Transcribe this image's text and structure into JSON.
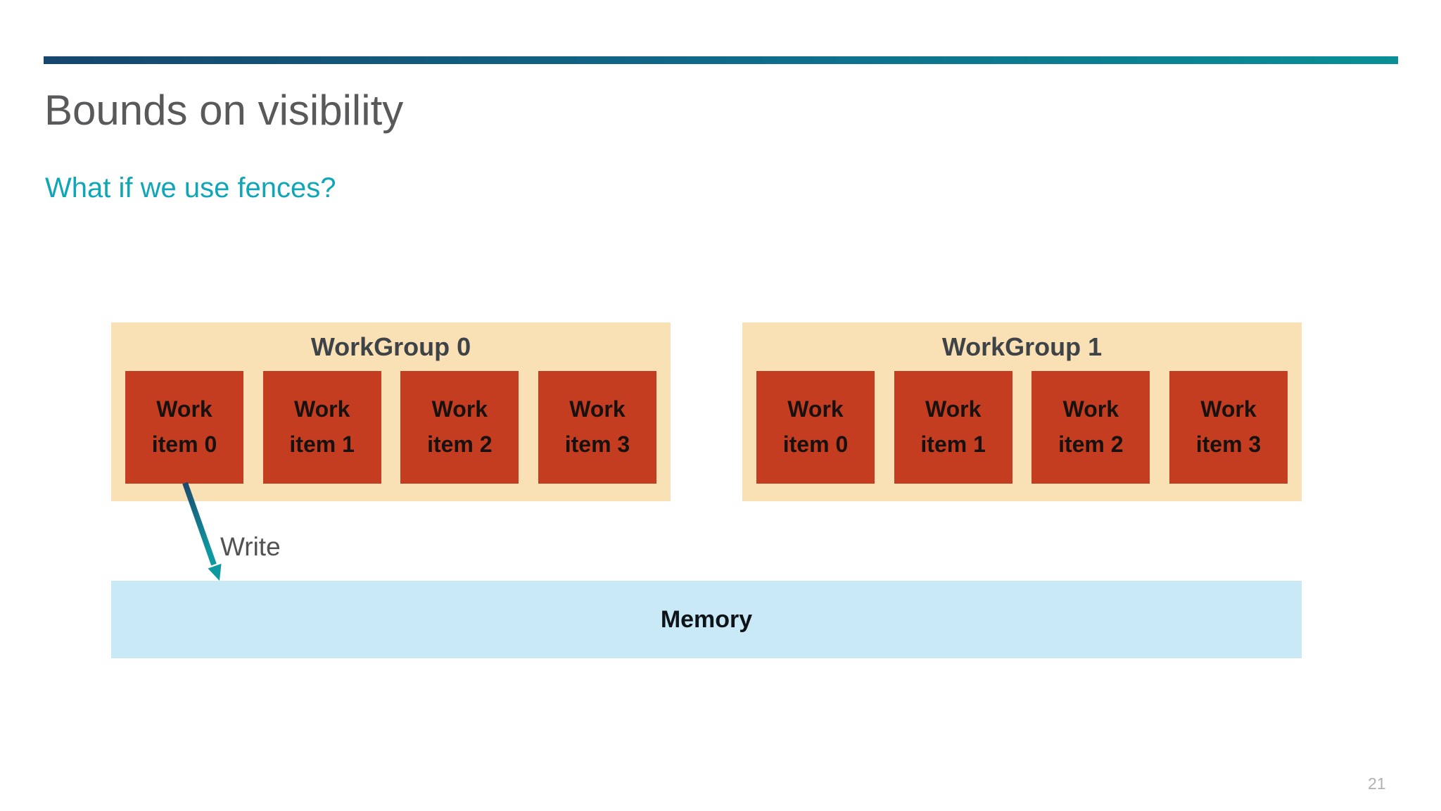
{
  "slide": {
    "title": "Bounds on visibility",
    "subtitle": "What if we use fences?",
    "page_number": "21"
  },
  "colors": {
    "accent_bar_start": "#15466E",
    "accent_bar_end": "#089096",
    "title_text": "#58595B",
    "subtitle_text": "#0FA6B7",
    "workgroup_bg": "#FAE1B5",
    "workgroup_label_text": "#3E4347",
    "work_item_bg": "#C53D20",
    "work_item_text": "#171210",
    "memory_bg": "#C9E9F6",
    "memory_text": "#0E1318",
    "arrow_gradient_start": "#1C4A6E",
    "arrow_gradient_end": "#0E98A0",
    "write_label_text": "#515254",
    "page_number_text": "#AEB2B6"
  },
  "diagram": {
    "workgroups": [
      {
        "label": "WorkGroup 0",
        "items": [
          {
            "lines": [
              "Work",
              "item 0"
            ]
          },
          {
            "lines": [
              "Work",
              "item 1"
            ]
          },
          {
            "lines": [
              "Work",
              "item 2"
            ]
          },
          {
            "lines": [
              "Work",
              "item 3"
            ]
          }
        ]
      },
      {
        "label": "WorkGroup 1",
        "items": [
          {
            "lines": [
              "Work",
              "item 0"
            ]
          },
          {
            "lines": [
              "Work",
              "item 1"
            ]
          },
          {
            "lines": [
              "Work",
              "item 2"
            ]
          },
          {
            "lines": [
              "Work",
              "item 3"
            ]
          }
        ]
      }
    ],
    "arrow_label": "Write",
    "memory_label": "Memory"
  }
}
